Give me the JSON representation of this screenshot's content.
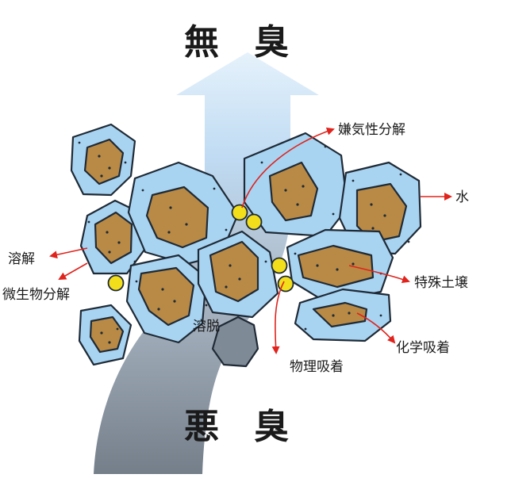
{
  "title_top": "無　臭",
  "title_bottom": "悪　臭",
  "labels": {
    "decomposition": "嫌気性分解",
    "water": "水",
    "dissolution": "溶解",
    "microbial_decomposition": "微生物分解",
    "special_soil": "特殊土壌",
    "elution": "溶脱",
    "physical_adsorption": "物理吸着",
    "chemical_adsorption": "化学吸着"
  },
  "colors": {
    "particle_outer": "#a8d4f2",
    "particle_core": "#b98a45",
    "molecule": "#f2de1a",
    "arrow_red": "#e0231c",
    "stem_dark": "#7f8a97",
    "stem_light": "#bcd9f2"
  }
}
